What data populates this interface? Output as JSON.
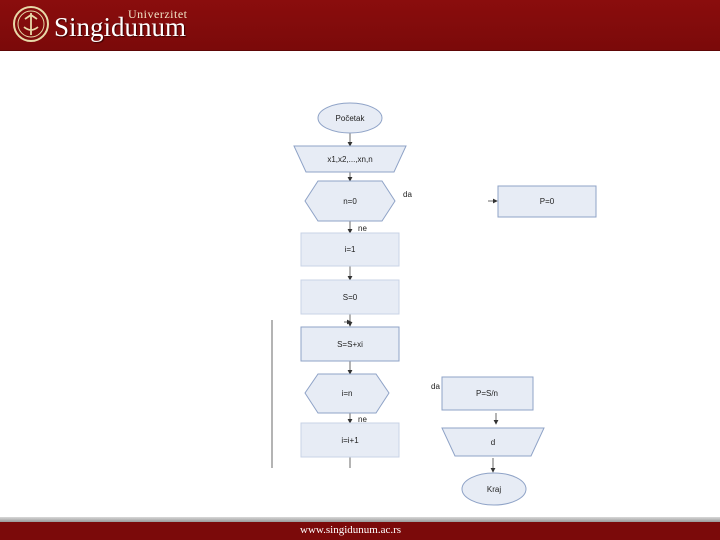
{
  "header": {
    "logo_small": "Univerzitet",
    "logo_name": "Singidunum"
  },
  "flowchart": {
    "start": "Početak",
    "input": "x1,x2,...,xn,n",
    "cond_n0": "n=0",
    "yes_label": "da",
    "no_label": "ne",
    "p0": "P=0",
    "i1": "i=1",
    "s0": "S=0",
    "ssxi": "S=S+xi",
    "cond_in": "i=n",
    "yes_label2": "da",
    "no_label2": "ne",
    "psn": "P=S/n",
    "ii1": "i=i+1",
    "output": "d",
    "end": "Kraj"
  },
  "footer": {
    "url": "www.singidunum.ac.rs"
  },
  "colors": {
    "brand": "#7b0a0a",
    "shape_fill": "#e7ecf5",
    "shape_stroke": "#8fa3c7"
  }
}
